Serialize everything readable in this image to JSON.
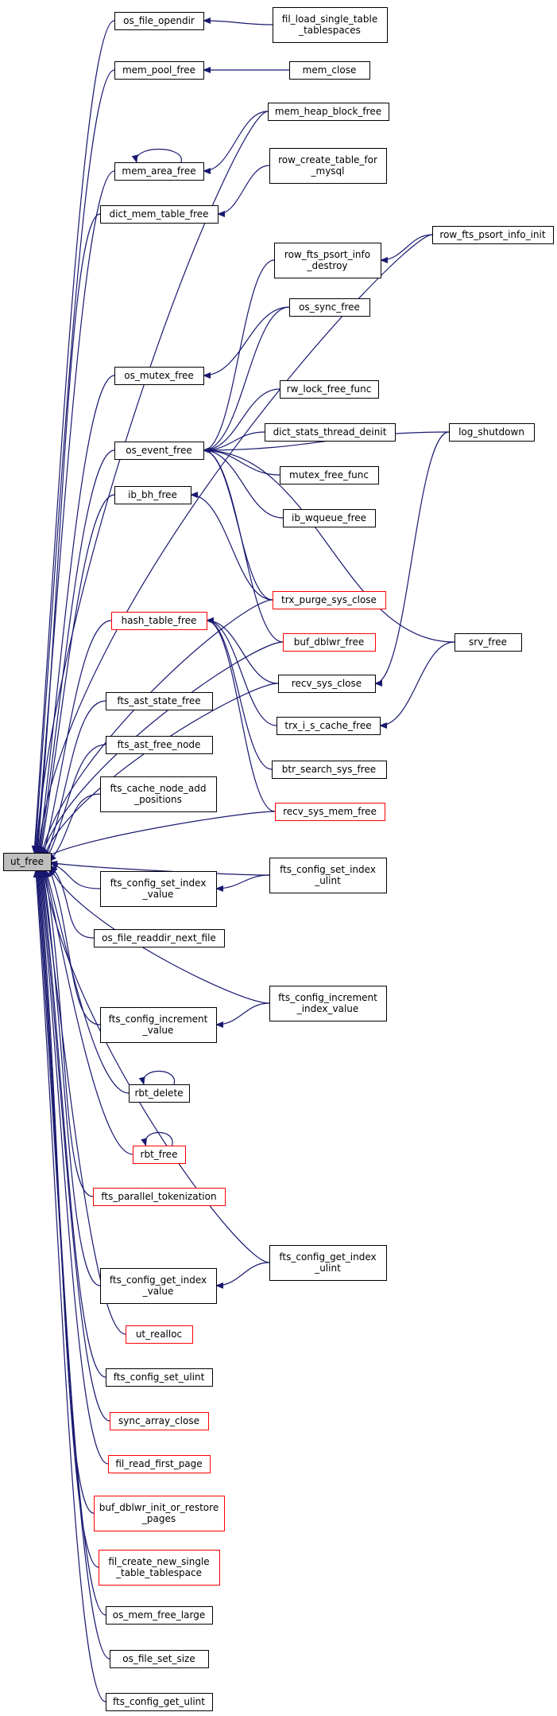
{
  "graph": {
    "title": "",
    "edge_color": "#191970",
    "root_fill": "#bfbfbf",
    "red_border": "#ff0000",
    "root": "ut_free",
    "nodes": [
      {
        "id": "ut_free",
        "lines": [
          "ut_free"
        ],
        "style": "root"
      },
      {
        "id": "os_file_opendir",
        "lines": [
          "os_file_opendir"
        ],
        "style": "normal"
      },
      {
        "id": "fil_load_single_table_tablespaces",
        "lines": [
          "fil_load_single_table",
          "_tablespaces"
        ],
        "style": "normal"
      },
      {
        "id": "mem_pool_free",
        "lines": [
          "mem_pool_free"
        ],
        "style": "normal"
      },
      {
        "id": "mem_close",
        "lines": [
          "mem_close"
        ],
        "style": "normal"
      },
      {
        "id": "mem_heap_block_free",
        "lines": [
          "mem_heap_block_free"
        ],
        "style": "normal"
      },
      {
        "id": "mem_area_free",
        "lines": [
          "mem_area_free"
        ],
        "style": "normal"
      },
      {
        "id": "row_create_table_for_mysql",
        "lines": [
          "row_create_table_for",
          "_mysql"
        ],
        "style": "normal"
      },
      {
        "id": "dict_mem_table_free",
        "lines": [
          "dict_mem_table_free"
        ],
        "style": "normal"
      },
      {
        "id": "row_fts_psort_info_init",
        "lines": [
          "row_fts_psort_info_init"
        ],
        "style": "normal"
      },
      {
        "id": "row_fts_psort_info_destroy",
        "lines": [
          "row_fts_psort_info",
          "_destroy"
        ],
        "style": "normal"
      },
      {
        "id": "os_sync_free",
        "lines": [
          "os_sync_free"
        ],
        "style": "normal"
      },
      {
        "id": "os_mutex_free",
        "lines": [
          "os_mutex_free"
        ],
        "style": "normal"
      },
      {
        "id": "rw_lock_free_func",
        "lines": [
          "rw_lock_free_func"
        ],
        "style": "normal"
      },
      {
        "id": "log_shutdown",
        "lines": [
          "log_shutdown"
        ],
        "style": "normal"
      },
      {
        "id": "dict_stats_thread_deinit",
        "lines": [
          "dict_stats_thread_deinit"
        ],
        "style": "normal"
      },
      {
        "id": "os_event_free",
        "lines": [
          "os_event_free"
        ],
        "style": "normal"
      },
      {
        "id": "mutex_free_func",
        "lines": [
          "mutex_free_func"
        ],
        "style": "normal"
      },
      {
        "id": "ib_bh_free",
        "lines": [
          "ib_bh_free"
        ],
        "style": "normal"
      },
      {
        "id": "ib_wqueue_free",
        "lines": [
          "ib_wqueue_free"
        ],
        "style": "normal"
      },
      {
        "id": "trx_purge_sys_close",
        "lines": [
          "trx_purge_sys_close"
        ],
        "style": "red"
      },
      {
        "id": "buf_dblwr_free",
        "lines": [
          "buf_dblwr_free"
        ],
        "style": "red"
      },
      {
        "id": "hash_table_free",
        "lines": [
          "hash_table_free"
        ],
        "style": "red"
      },
      {
        "id": "srv_free",
        "lines": [
          "srv_free"
        ],
        "style": "normal"
      },
      {
        "id": "recv_sys_close",
        "lines": [
          "recv_sys_close"
        ],
        "style": "normal"
      },
      {
        "id": "trx_i_s_cache_free",
        "lines": [
          "trx_i_s_cache_free"
        ],
        "style": "normal"
      },
      {
        "id": "fts_ast_state_free",
        "lines": [
          "fts_ast_state_free"
        ],
        "style": "normal"
      },
      {
        "id": "fts_ast_free_node",
        "lines": [
          "fts_ast_free_node"
        ],
        "style": "normal"
      },
      {
        "id": "btr_search_sys_free",
        "lines": [
          "btr_search_sys_free"
        ],
        "style": "normal"
      },
      {
        "id": "fts_cache_node_add_positions",
        "lines": [
          "fts_cache_node_add",
          "_positions"
        ],
        "style": "normal"
      },
      {
        "id": "recv_sys_mem_free",
        "lines": [
          "recv_sys_mem_free"
        ],
        "style": "red"
      },
      {
        "id": "fts_config_set_index_value",
        "lines": [
          "fts_config_set_index",
          "_value"
        ],
        "style": "normal"
      },
      {
        "id": "fts_config_set_index_ulint",
        "lines": [
          "fts_config_set_index",
          "_ulint"
        ],
        "style": "normal"
      },
      {
        "id": "os_file_readdir_next_file",
        "lines": [
          "os_file_readdir_next_file"
        ],
        "style": "normal"
      },
      {
        "id": "fts_config_increment_value",
        "lines": [
          "fts_config_increment",
          "_value"
        ],
        "style": "normal"
      },
      {
        "id": "fts_config_increment_index_value",
        "lines": [
          "fts_config_increment",
          "_index_value"
        ],
        "style": "normal"
      },
      {
        "id": "rbt_delete",
        "lines": [
          "rbt_delete"
        ],
        "style": "normal"
      },
      {
        "id": "rbt_free",
        "lines": [
          "rbt_free"
        ],
        "style": "red"
      },
      {
        "id": "fts_parallel_tokenization",
        "lines": [
          "fts_parallel_tokenization"
        ],
        "style": "red"
      },
      {
        "id": "fts_config_get_index_value",
        "lines": [
          "fts_config_get_index",
          "_value"
        ],
        "style": "normal"
      },
      {
        "id": "fts_config_get_index_ulint",
        "lines": [
          "fts_config_get_index",
          "_ulint"
        ],
        "style": "normal"
      },
      {
        "id": "ut_realloc",
        "lines": [
          "ut_realloc"
        ],
        "style": "red"
      },
      {
        "id": "fts_config_set_ulint",
        "lines": [
          "fts_config_set_ulint"
        ],
        "style": "normal"
      },
      {
        "id": "sync_array_close",
        "lines": [
          "sync_array_close"
        ],
        "style": "red"
      },
      {
        "id": "fil_read_first_page",
        "lines": [
          "fil_read_first_page"
        ],
        "style": "red"
      },
      {
        "id": "buf_dblwr_init_or_restore_pages",
        "lines": [
          "buf_dblwr_init_or_restore",
          "_pages"
        ],
        "style": "red"
      },
      {
        "id": "fil_create_new_single_table_tablespace",
        "lines": [
          "fil_create_new_single",
          "_table_tablespace"
        ],
        "style": "red"
      },
      {
        "id": "os_mem_free_large",
        "lines": [
          "os_mem_free_large"
        ],
        "style": "normal"
      },
      {
        "id": "os_file_set_size",
        "lines": [
          "os_file_set_size"
        ],
        "style": "normal"
      },
      {
        "id": "fts_config_get_ulint",
        "lines": [
          "fts_config_get_ulint"
        ],
        "style": "normal"
      }
    ],
    "edges": [
      {
        "from": "os_file_opendir",
        "to": "ut_free"
      },
      {
        "from": "fil_load_single_table_tablespaces",
        "to": "os_file_opendir"
      },
      {
        "from": "mem_pool_free",
        "to": "ut_free"
      },
      {
        "from": "mem_close",
        "to": "mem_pool_free"
      },
      {
        "from": "mem_heap_block_free",
        "to": "ut_free"
      },
      {
        "from": "mem_area_free",
        "to": "ut_free"
      },
      {
        "from": "mem_area_free",
        "to": "mem_area_free"
      },
      {
        "from": "mem_heap_block_free",
        "to": "mem_area_free"
      },
      {
        "from": "dict_mem_table_free",
        "to": "ut_free"
      },
      {
        "from": "row_create_table_for_mysql",
        "to": "dict_mem_table_free"
      },
      {
        "from": "row_fts_psort_info_init",
        "to": "ut_free"
      },
      {
        "from": "row_fts_psort_info_init",
        "to": "row_fts_psort_info_destroy"
      },
      {
        "from": "os_mutex_free",
        "to": "ut_free"
      },
      {
        "from": "os_sync_free",
        "to": "os_mutex_free"
      },
      {
        "from": "os_event_free",
        "to": "ut_free"
      },
      {
        "from": "row_fts_psort_info_destroy",
        "to": "os_event_free"
      },
      {
        "from": "os_sync_free",
        "to": "os_event_free"
      },
      {
        "from": "log_shutdown",
        "to": "os_event_free"
      },
      {
        "from": "rw_lock_free_func",
        "to": "os_event_free"
      },
      {
        "from": "dict_stats_thread_deinit",
        "to": "os_event_free"
      },
      {
        "from": "mutex_free_func",
        "to": "os_event_free"
      },
      {
        "from": "ib_wqueue_free",
        "to": "os_event_free"
      },
      {
        "from": "trx_purge_sys_close",
        "to": "os_event_free"
      },
      {
        "from": "buf_dblwr_free",
        "to": "os_event_free"
      },
      {
        "from": "srv_free",
        "to": "os_event_free"
      },
      {
        "from": "ib_bh_free",
        "to": "ut_free"
      },
      {
        "from": "trx_purge_sys_close",
        "to": "ib_bh_free"
      },
      {
        "from": "trx_purge_sys_close",
        "to": "ut_free"
      },
      {
        "from": "buf_dblwr_free",
        "to": "ut_free"
      },
      {
        "from": "hash_table_free",
        "to": "ut_free"
      },
      {
        "from": "recv_sys_close",
        "to": "hash_table_free"
      },
      {
        "from": "trx_i_s_cache_free",
        "to": "hash_table_free"
      },
      {
        "from": "btr_search_sys_free",
        "to": "hash_table_free"
      },
      {
        "from": "recv_sys_mem_free",
        "to": "hash_table_free"
      },
      {
        "from": "recv_sys_close",
        "to": "ut_free"
      },
      {
        "from": "recv_sys_mem_free",
        "to": "ut_free"
      },
      {
        "from": "log_shutdown",
        "to": "recv_sys_close"
      },
      {
        "from": "srv_free",
        "to": "trx_i_s_cache_free"
      },
      {
        "from": "fts_ast_state_free",
        "to": "ut_free"
      },
      {
        "from": "fts_ast_free_node",
        "to": "ut_free"
      },
      {
        "from": "fts_cache_node_add_positions",
        "to": "ut_free"
      },
      {
        "from": "fts_config_set_index_ulint",
        "to": "ut_free"
      },
      {
        "from": "fts_config_set_index_value",
        "to": "ut_free"
      },
      {
        "from": "fts_config_set_index_ulint",
        "to": "fts_config_set_index_value"
      },
      {
        "from": "os_file_readdir_next_file",
        "to": "ut_free"
      },
      {
        "from": "fts_config_increment_index_value",
        "to": "ut_free"
      },
      {
        "from": "fts_config_increment_value",
        "to": "ut_free"
      },
      {
        "from": "fts_config_increment_index_value",
        "to": "fts_config_increment_value"
      },
      {
        "from": "rbt_delete",
        "to": "ut_free"
      },
      {
        "from": "rbt_delete",
        "to": "rbt_delete"
      },
      {
        "from": "rbt_free",
        "to": "ut_free"
      },
      {
        "from": "rbt_free",
        "to": "rbt_free"
      },
      {
        "from": "fts_parallel_tokenization",
        "to": "ut_free"
      },
      {
        "from": "fts_config_get_index_ulint",
        "to": "ut_free"
      },
      {
        "from": "fts_config_get_index_value",
        "to": "ut_free"
      },
      {
        "from": "fts_config_get_index_ulint",
        "to": "fts_config_get_index_value"
      },
      {
        "from": "ut_realloc",
        "to": "ut_free"
      },
      {
        "from": "fts_config_set_ulint",
        "to": "ut_free"
      },
      {
        "from": "sync_array_close",
        "to": "ut_free"
      },
      {
        "from": "fil_read_first_page",
        "to": "ut_free"
      },
      {
        "from": "buf_dblwr_init_or_restore_pages",
        "to": "ut_free"
      },
      {
        "from": "fil_create_new_single_table_tablespace",
        "to": "ut_free"
      },
      {
        "from": "os_mem_free_large",
        "to": "ut_free"
      },
      {
        "from": "os_file_set_size",
        "to": "ut_free"
      },
      {
        "from": "fts_config_get_ulint",
        "to": "ut_free"
      }
    ]
  }
}
